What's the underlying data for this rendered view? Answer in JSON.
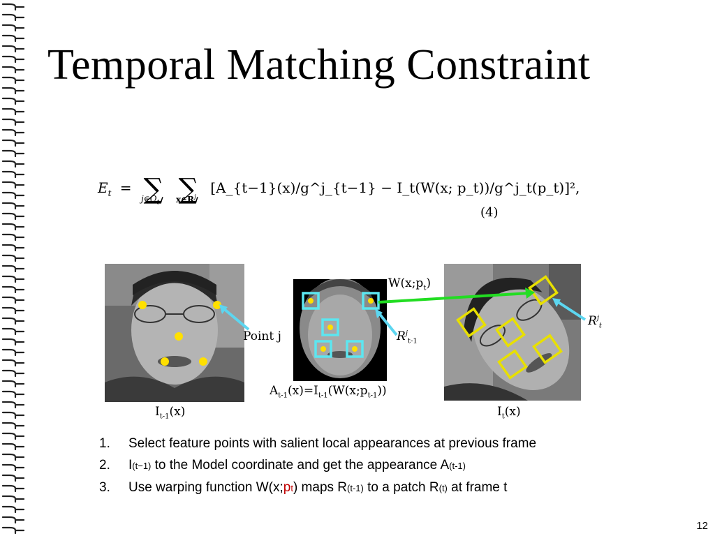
{
  "slide": {
    "title": "Temporal Matching Constraint",
    "page_number": "12"
  },
  "equation": {
    "lhs": "E",
    "lhs_sub": "t",
    "equals": "=",
    "sum_index_1": "j∈Ω",
    "sum_index_1_sub": "t",
    "sum_index_2": "x∈R",
    "sum_index_2_sup": "j",
    "body": "[A_{t−1}(x)/g^j_{t−1} − I_t(W(x; p_t))/g^j_t(p_t)]²,",
    "number": "(4)"
  },
  "figure": {
    "label_left": "I",
    "label_left_sub": "t-1",
    "label_left_tail": "(x)",
    "label_right": "I",
    "label_right_sub": "t",
    "label_right_tail": "(x)",
    "label_middle": "A",
    "label_middle_sub": "t-1",
    "label_middle_mid": "(x)=I",
    "label_middle_sub2": "t-1",
    "label_middle_tail": "(W(x;p",
    "label_middle_sub3": "t-1",
    "label_middle_end": "))",
    "annotation_point": "Point j",
    "annotation_r_prev": "R",
    "annotation_r_prev_sup": "j",
    "annotation_r_prev_sub": "t-1",
    "annotation_warp": "W(x;p",
    "annotation_warp_sub": "t",
    "annotation_warp_end": ")",
    "annotation_r_curr": "R",
    "annotation_r_curr_sup": "j",
    "annotation_r_curr_sub": "t",
    "colors": {
      "feature_point": "#ffe000",
      "patch_box_cyan": "#5ce6f0",
      "patch_box_yellow": "#e8e000",
      "arrow_cyan": "#5cd6f0",
      "arrow_green": "#22dd22"
    }
  },
  "steps": [
    {
      "number": "1.",
      "text": "Select feature points with salient local appearances at previous frame"
    },
    {
      "number": "2.",
      "pre": "I",
      "pre_sub": "(t−1)",
      "mid": " to the Model coordinate and get the appearance  A",
      "mid_sub": "(t-1)"
    },
    {
      "number": "3.",
      "pre": "Use warping function W(x;",
      "p": "p",
      "p_sub": "t",
      "mid": ") maps R",
      "mid_sub": "(t-1)",
      "mid2": "  to a patch R",
      "mid2_sub": "(t)",
      "tail": " at frame t"
    }
  ]
}
